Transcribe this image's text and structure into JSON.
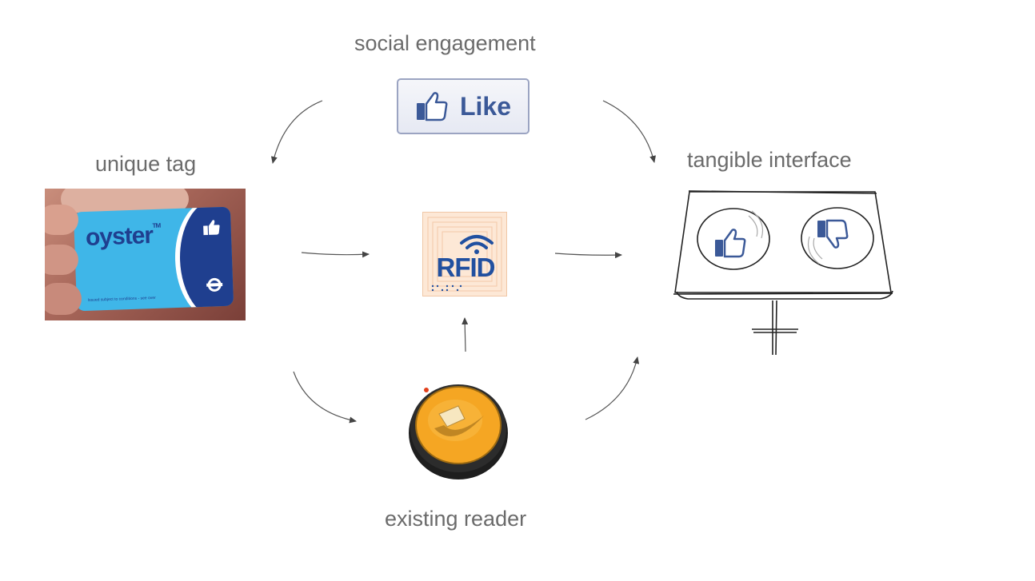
{
  "labels": {
    "social": "social engagement",
    "tag": "unique tag",
    "tangible": "tangible interface",
    "reader": "existing reader"
  },
  "like_button": {
    "text": "Like",
    "icon": "thumbs-up-icon"
  },
  "oyster_card": {
    "brand": "oyster",
    "trademark": "TM",
    "fine_print": "Issued subject to conditions - see over"
  },
  "rfid_chip": {
    "text": "RFID",
    "icon": "wifi-signal-icon"
  },
  "colors": {
    "label_text": "#6b6b6b",
    "facebook_blue": "#3b5998",
    "rfid_blue": "#2150a0",
    "rfid_background": "#fde8d6",
    "reader_orange": "#f5a623",
    "oyster_cyan": "#3fb6e8",
    "oyster_navy": "#1f3f8f"
  }
}
